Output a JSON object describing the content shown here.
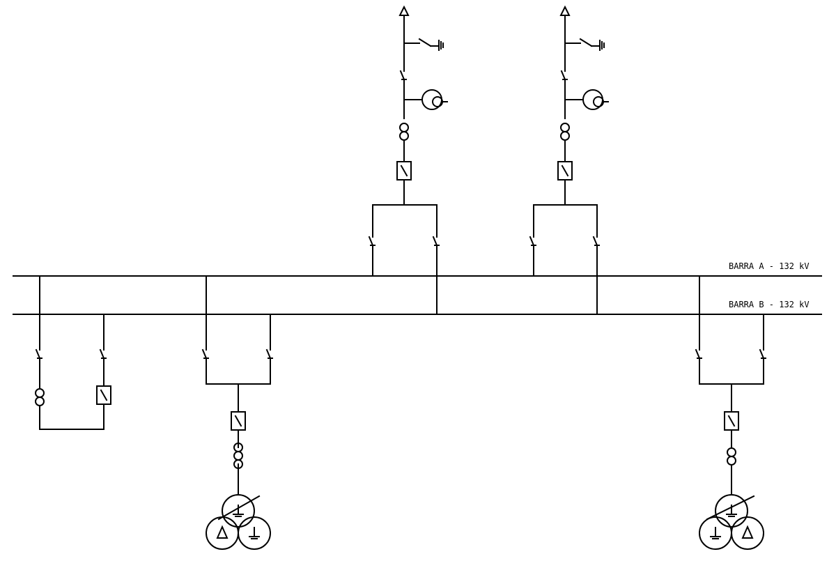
{
  "busbars": {
    "a": {
      "label": "BARRA A - 132 kV"
    },
    "b": {
      "label": "BARRA B - 132 kV"
    }
  },
  "line_bays": 2,
  "coupler_bays": 1,
  "transformer_bays": 2,
  "symbols": [
    "disconnector-icon",
    "circuit-breaker-icon",
    "current-transformer-icon",
    "voltage-transformer-icon",
    "earthing-switch-icon",
    "three-winding-transformer-icon",
    "line-arrow-icon"
  ]
}
